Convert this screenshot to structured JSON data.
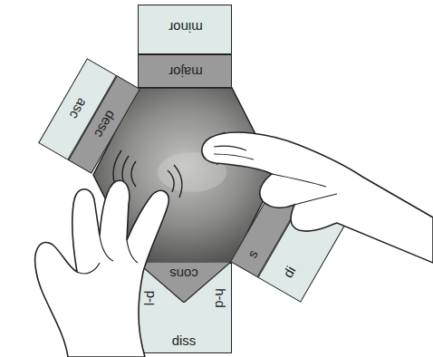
{
  "diagram": {
    "nodes": [
      {
        "text": [
          "minor"
        ]
      },
      {
        "text": [
          "major"
        ]
      },
      {
        "text": [
          "asc"
        ]
      },
      {
        "text": [
          "desc"
        ]
      },
      {
        "text": [
          "diss",
          "l-d",
          "h-d"
        ]
      },
      {
        "text": [
          "cons"
        ],
        "in": 4
      },
      {
        "text": [
          "s"
        ]
      },
      {
        "text": [
          "di"
        ]
      }
    ]
  }
}
